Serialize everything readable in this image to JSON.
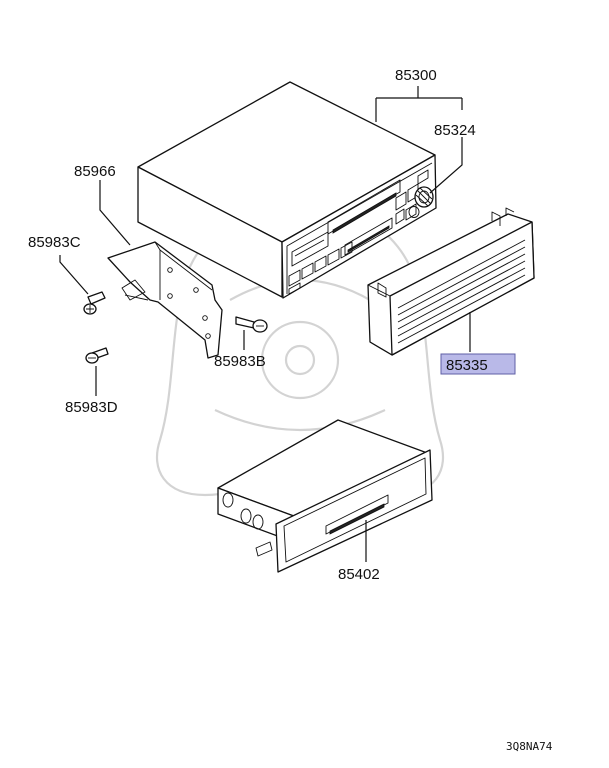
{
  "diagram_code": "3Q8NA74",
  "highlight_color": "#b9b9e8",
  "parts": {
    "p85300": "85300",
    "p85324": "85324",
    "p85966": "85966",
    "p85983C": "85983C",
    "p85983B": "85983B",
    "p85983D": "85983D",
    "p85335": "85335",
    "p85402": "85402"
  },
  "selected_part": "85335"
}
